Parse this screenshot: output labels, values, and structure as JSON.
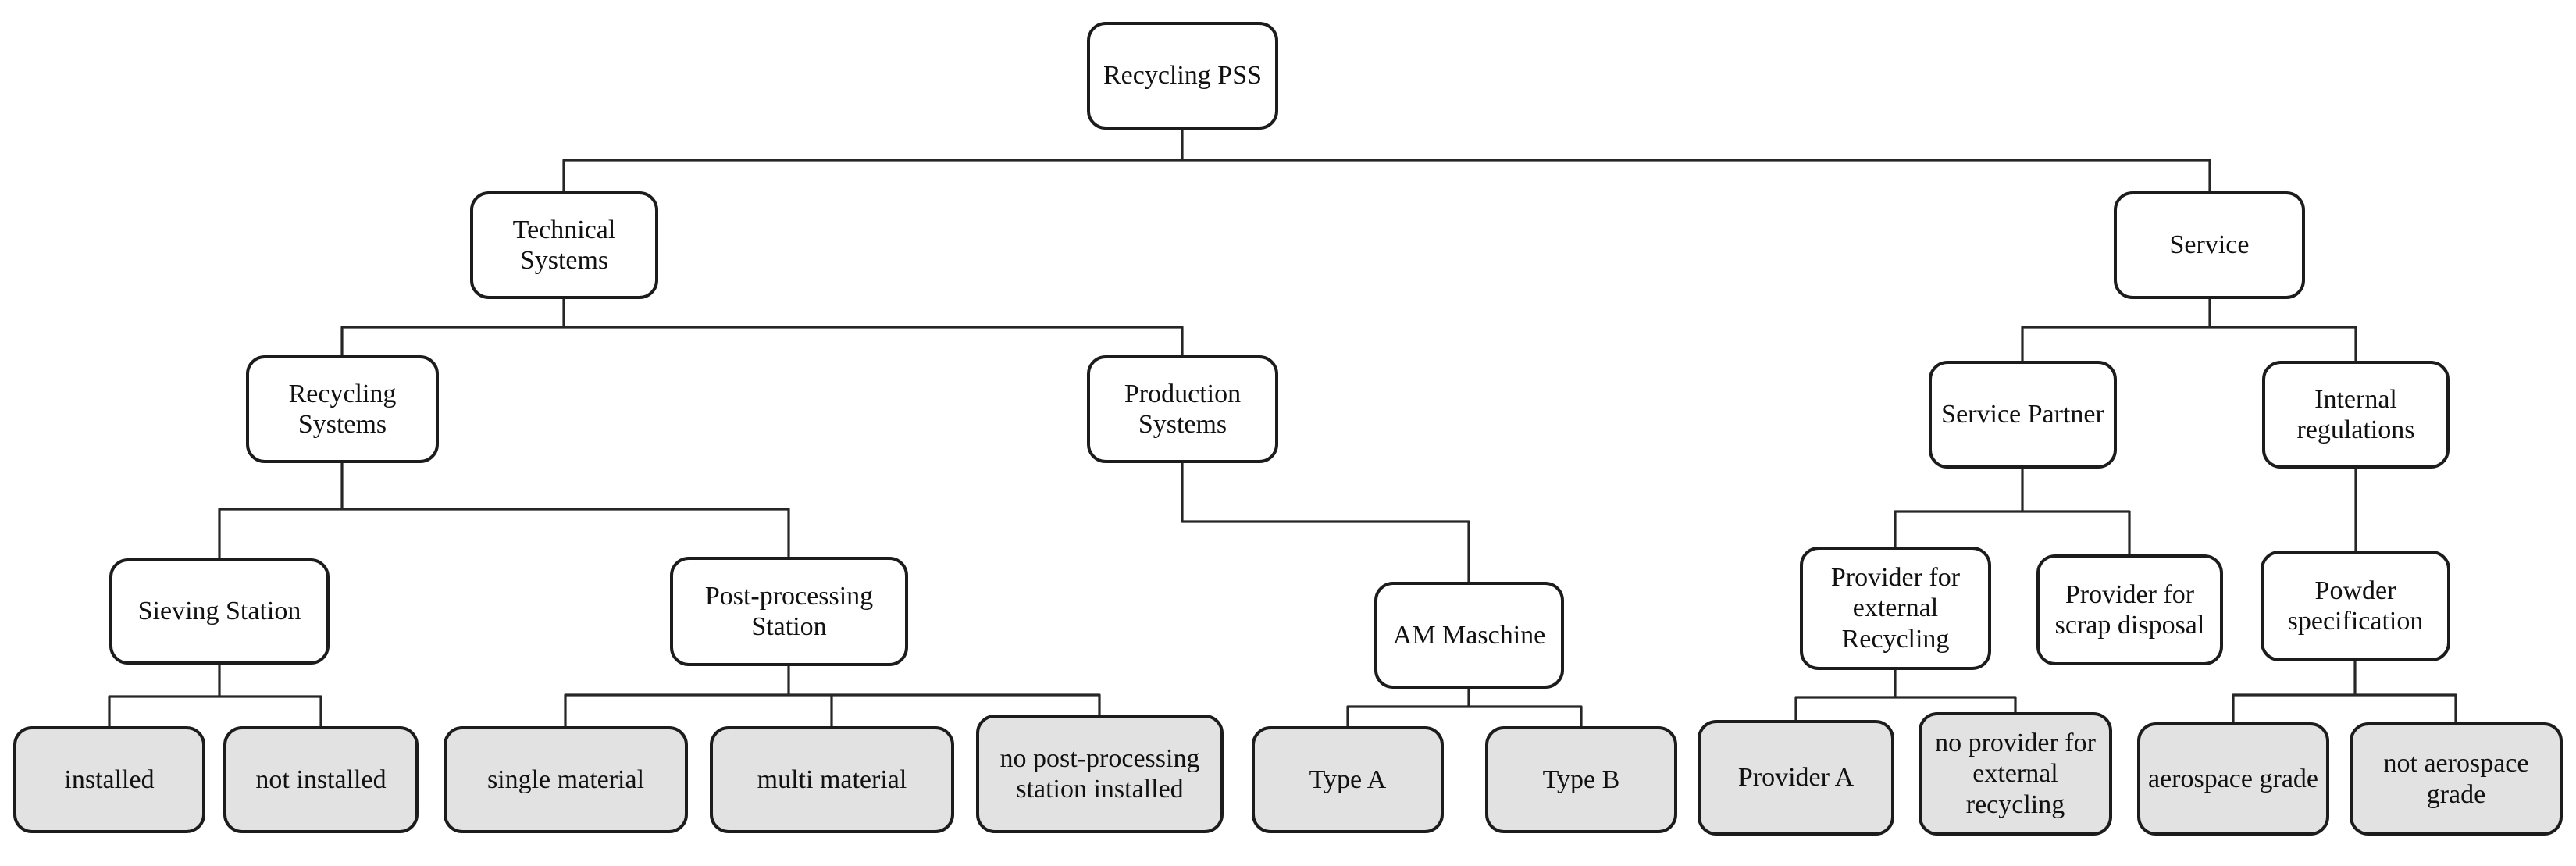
{
  "colors": {
    "node_fill": "#ffffff",
    "leaf_fill": "#e2e2e2",
    "border": "#1c1c1c",
    "line": "#262626"
  },
  "tree": {
    "label": "Recycling PSS",
    "children": [
      {
        "label": "Technical Systems",
        "children": [
          {
            "label": "Recycling Systems",
            "children": [
              {
                "label": "Sieving Station",
                "children": [
                  {
                    "label": "installed"
                  },
                  {
                    "label": "not installed"
                  }
                ]
              },
              {
                "label": "Post-processing Station",
                "children": [
                  {
                    "label": "single material"
                  },
                  {
                    "label": "multi material"
                  },
                  {
                    "label": "no post-processing station installed"
                  }
                ]
              }
            ]
          },
          {
            "label": "Production Systems",
            "children": [
              {
                "label": "AM Maschine",
                "children": [
                  {
                    "label": "Type A"
                  },
                  {
                    "label": "Type B"
                  }
                ]
              }
            ]
          }
        ]
      },
      {
        "label": "Service",
        "children": [
          {
            "label": "Service Partner",
            "children": [
              {
                "label": "Provider for external Recycling",
                "children": [
                  {
                    "label": "Provider A"
                  },
                  {
                    "label": "no provider for external recycling"
                  }
                ]
              },
              {
                "label": "Provider for scrap disposal"
              }
            ]
          },
          {
            "label": "Internal regulations",
            "children": [
              {
                "label": "Powder specification",
                "children": [
                  {
                    "label": "aerospace grade"
                  },
                  {
                    "label": "not aerospace grade"
                  }
                ]
              }
            ]
          }
        ]
      }
    ]
  }
}
